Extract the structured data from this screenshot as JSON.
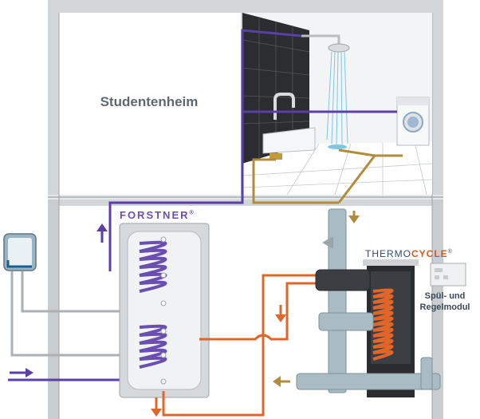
{
  "building": {
    "room_title": "Studentenheim"
  },
  "brands": {
    "storage_brand": "FORSTNER",
    "storage_reg": "®",
    "thermo_prefix": "THERMO",
    "thermo_suffix": "CYCLE",
    "thermo_reg": "®"
  },
  "module": {
    "line1": "Spül- und",
    "line2": "Regelmodul"
  },
  "colors": {
    "cold_water": "#5b3fa6",
    "hot_water": "#e0662a",
    "gray_water": "#b28c3a",
    "wall": "#c9cdcf",
    "tile_dark": "#2b2d30"
  }
}
